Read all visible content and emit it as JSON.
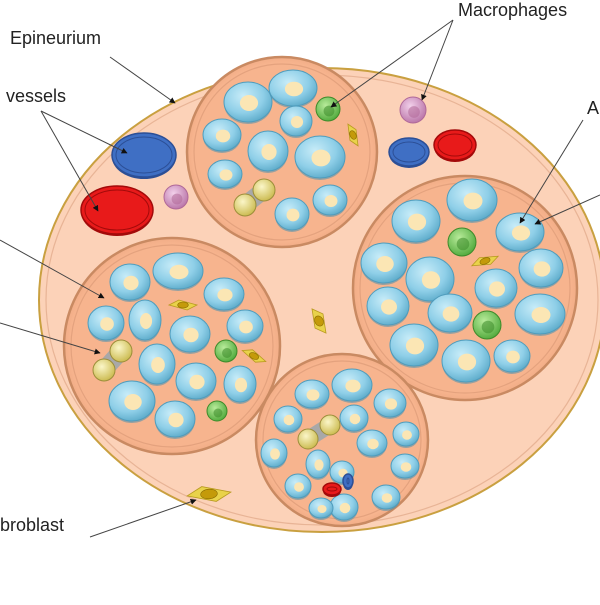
{
  "title": "Peripheral nerve cross-section",
  "labels": {
    "epineurium": "Epineurium",
    "macrophages": "Macrophages",
    "vessels": "vessels",
    "axon_partial": "A",
    "fibroblast": "broblast"
  },
  "colors": {
    "epineurium": "#fcd2b8",
    "epineurium_rim": "#c9a040",
    "fascicle": "#f7b48e",
    "fascicle_rim": "#c98a62",
    "myelin": "#8fcfe8",
    "axon": "#fbe6b4",
    "macrophage_green": "#7cc85a",
    "macrophage_pink": "#d79bc6",
    "vein": "#3f6fc4",
    "artery": "#e81a1a",
    "fibroblast": "#e9d24a",
    "schwann": "#eee59a"
  },
  "structures": {
    "fascicle_count": 4,
    "vessel_types": [
      "vein",
      "artery"
    ]
  }
}
